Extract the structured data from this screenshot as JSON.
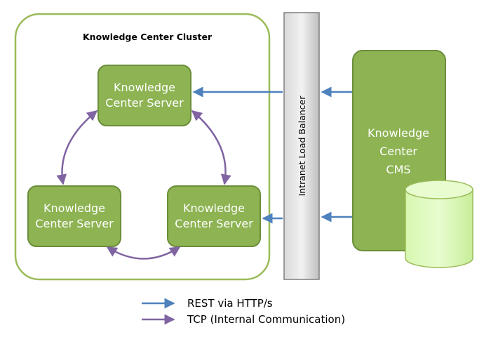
{
  "diagram": {
    "cluster": {
      "title": "Knowledge Center Cluster"
    },
    "servers": [
      {
        "line1": "Knowledge",
        "line2": "Center Server"
      },
      {
        "line1": "Knowledge",
        "line2": "Center Server"
      },
      {
        "line1": "Knowledge",
        "line2": "Center Server"
      }
    ],
    "load_balancer": {
      "label": "Intranet Load Balancer"
    },
    "cms": {
      "line1": "Knowledge",
      "line2": "Center",
      "line3": "CMS"
    },
    "legend": [
      {
        "label": "REST via HTTP/s",
        "color": "#4F81BD"
      },
      {
        "label": "TCP (Internal Communication)",
        "color": "#8064A2"
      }
    ]
  },
  "colors": {
    "box_fill": "#8DB352",
    "box_stroke": "#6B8E3A",
    "cluster_border": "#9BBB59",
    "load_balancer_top": "#F2F2F2",
    "load_balancer_bottom": "#BFBFBF",
    "database_fill": "#CCFF99"
  }
}
